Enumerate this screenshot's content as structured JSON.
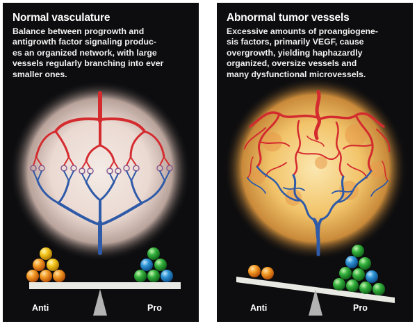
{
  "normal": {
    "title": "Normal vasculature",
    "description_lines": [
      "Balance between progrowth and",
      "antigrowth factor signaling produc-",
      "es an organized network, with large",
      "vessels regularly branching into ever",
      "smaller ones."
    ],
    "anti_label": "Anti",
    "pro_label": "Pro"
  },
  "tumor": {
    "title": "Abnormal tumor vessels",
    "description_lines": [
      "Excessive amounts of proangiogene-",
      "sis factors, primarily VEGF, cause",
      "overgrowth, yielding haphazardly",
      "organized, oversize vessels and",
      "many dysfunctional microvessels."
    ],
    "anti_label": "Anti",
    "pro_label": "Pro"
  },
  "colors": {
    "panel_bg": "#0d0d0f",
    "artery_red": "#d42b2f",
    "vein_blue": "#2f5aa8",
    "balls_anti": [
      "#f08a1e",
      "#f4c21a"
    ],
    "balls_pro": [
      "#2faa3a",
      "#2a8fd0"
    ],
    "beam": "#e9e9e4",
    "fulcrum": "#b3b3b3"
  }
}
